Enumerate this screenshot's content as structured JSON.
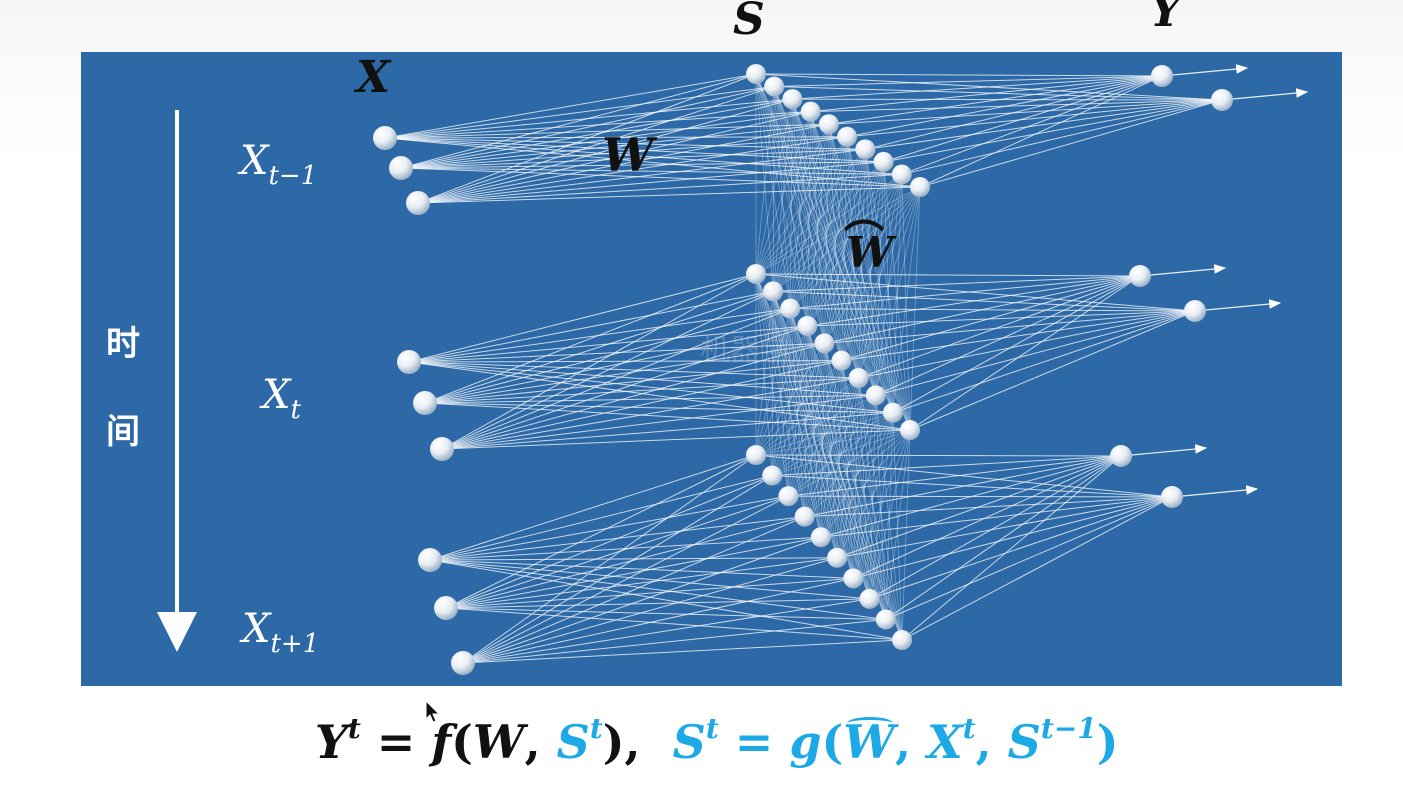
{
  "diagram": {
    "background_color": "#2c69a6",
    "node_color": "#ffffff",
    "edge_color": "#ffffff",
    "formula_accent_color": "#1da9e6",
    "column_labels": {
      "input": "X",
      "state": "S",
      "output": "Y"
    },
    "weight_labels": {
      "input_weights": "W",
      "recurrent_weights": "W"
    },
    "time_axis_label": [
      "时",
      "间"
    ],
    "rows": [
      {
        "label_base": "X",
        "label_sub": "t−1",
        "input_nodes": 3,
        "state_nodes": 10,
        "output_nodes": 2
      },
      {
        "label_base": "X",
        "label_sub": "t",
        "input_nodes": 3,
        "state_nodes": 10,
        "output_nodes": 2
      },
      {
        "label_base": "X",
        "label_sub": "t+1",
        "input_nodes": 3,
        "state_nodes": 10,
        "output_nodes": 2
      }
    ],
    "watermark": "机器学"
  },
  "formula": {
    "lhs1": "Y",
    "lhs1_sup": "t",
    "eq": " = ",
    "rhs1_func": "f",
    "rhs1_open": "(",
    "rhs1_arg1": "W",
    "comma": ", ",
    "rhs1_arg2": "S",
    "rhs1_arg2_sup": "t",
    "rhs1_close": "),",
    "lhs2": "S",
    "lhs2_sup": "t",
    "rhs2_func": "g",
    "rhs2_open": "(",
    "rhs2_arg1": "W",
    "rhs2_arg2": "X",
    "rhs2_arg2_sup": "t",
    "rhs2_arg3": "S",
    "rhs2_arg3_sup": "t−1",
    "rhs2_close": ")"
  }
}
